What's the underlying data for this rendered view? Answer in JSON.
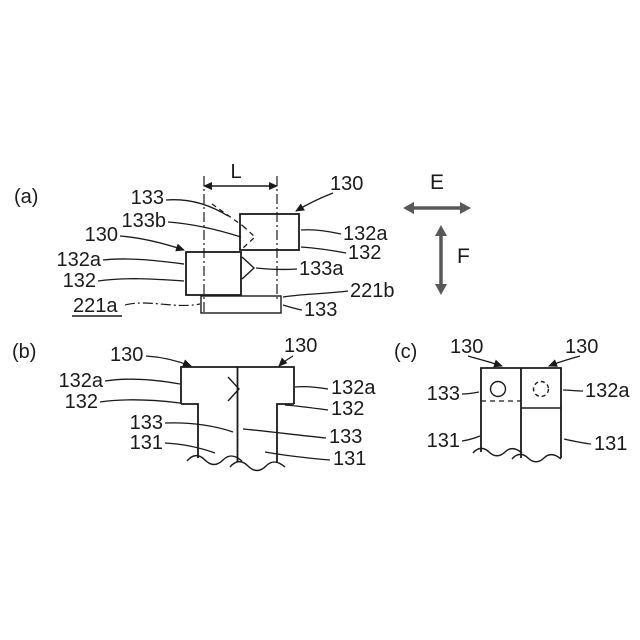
{
  "panels": {
    "a": {
      "tag": "(a)",
      "dim_l": "L",
      "labels": {
        "l133_top": "133",
        "l133b": "133b",
        "l130_left": "130",
        "l132a_left": "132a",
        "l132_left": "132",
        "l221a": "221a",
        "l130_right": "130",
        "l132a_right": "132a",
        "l132_right": "132",
        "l133a": "133a",
        "l221b": "221b",
        "l133_bottom": "133"
      },
      "directions": {
        "e": "E",
        "f": "F"
      }
    },
    "b": {
      "tag": "(b)",
      "labels": {
        "l130_left": "130",
        "l130_right": "130",
        "l132a_left": "132a",
        "l132_left": "132",
        "l133_left": "133",
        "l131_left": "131",
        "l132a_right": "132a",
        "l132_right": "132",
        "l133_right": "133",
        "l131_right": "131"
      }
    },
    "c": {
      "tag": "(c)",
      "labels": {
        "l130_left": "130",
        "l130_right": "130",
        "l133": "133",
        "l132a": "132a",
        "l131_left": "131",
        "l131_right": "131"
      }
    }
  },
  "colors": {
    "line": "#1a1a1a",
    "direction_arrow": "#58595b",
    "background": "#ffffff"
  }
}
